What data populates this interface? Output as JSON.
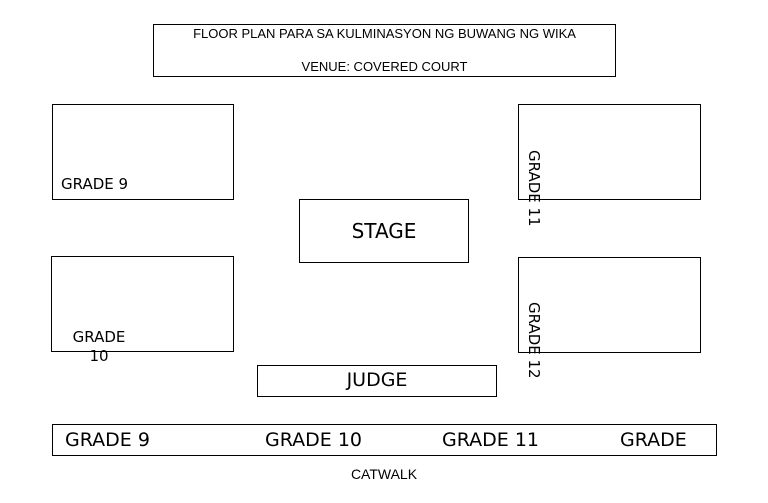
{
  "title": {
    "line1": "FLOOR PLAN PARA SA KULMINASYON NG BUWANG NG WIKA",
    "line2": "VENUE: COVERED COURT"
  },
  "sections": {
    "grade9": "GRADE 9",
    "grade10": "GRADE\n10",
    "grade11": "GRADE 11",
    "grade12": "GRADE 12",
    "stage": "STAGE",
    "judge": "JUDGE"
  },
  "catwalk": {
    "labels": [
      "GRADE 9",
      "GRADE 10",
      "GRADE 11",
      "GRADE"
    ],
    "caption": "CATWALK"
  }
}
